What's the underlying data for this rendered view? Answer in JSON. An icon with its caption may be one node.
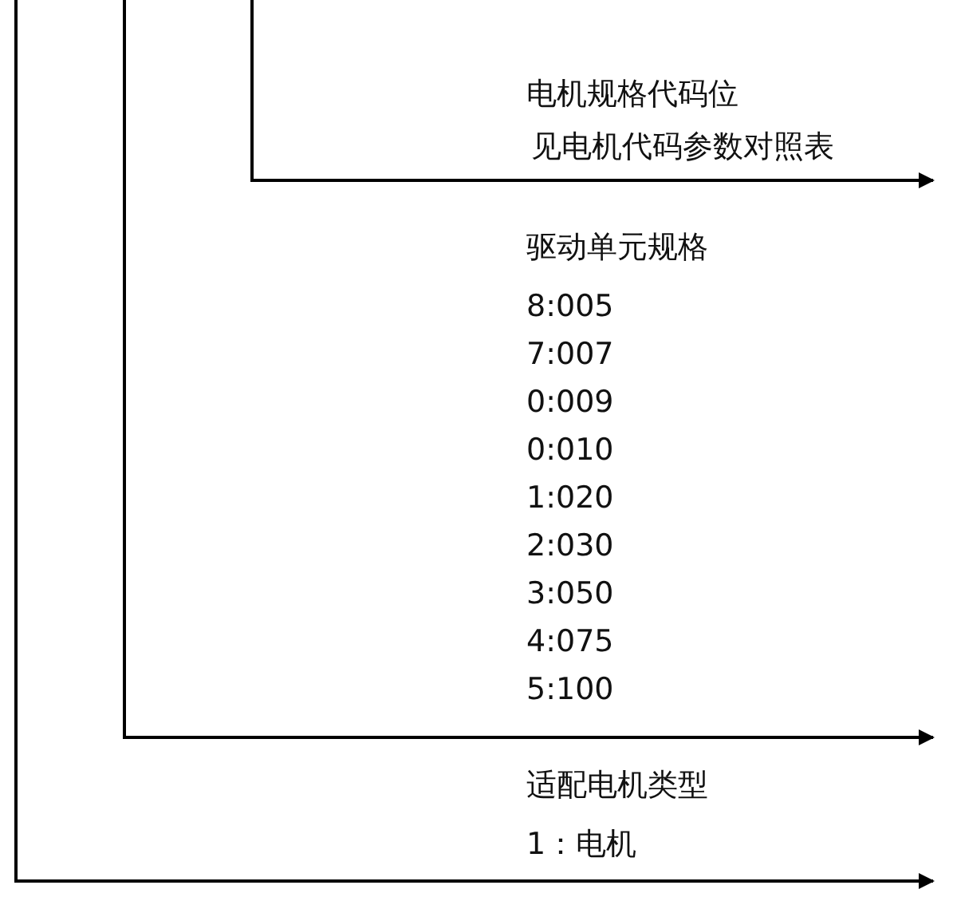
{
  "diagram": {
    "labels": [
      "电机规格代码位",
      "见电机代码参数对照表",
      "驱动单元规格",
      "8:005",
      "7:007",
      "0:009",
      "0:010",
      "1:020",
      "2:030",
      "3:050",
      "4:075",
      "5:100",
      "适配电机类型",
      "1：电机"
    ]
  }
}
